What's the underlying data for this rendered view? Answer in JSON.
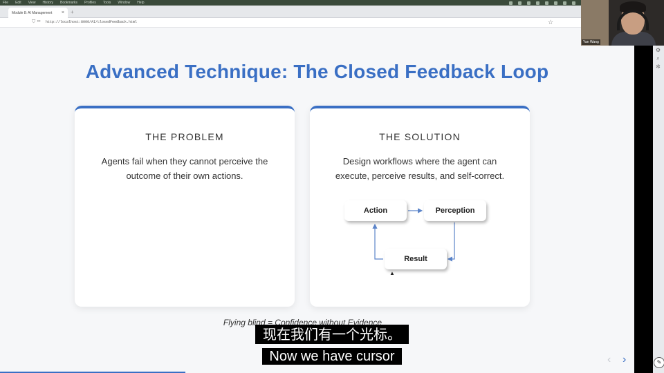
{
  "menubar": {
    "items": [
      "File",
      "Edit",
      "View",
      "History",
      "Bookmarks",
      "Profiles",
      "Tools",
      "Window",
      "Help"
    ]
  },
  "tab": {
    "title": "Module 8: AI Management",
    "close": "×",
    "new_tab": "+"
  },
  "urlbar": {
    "url": "http://localhost:8000/AI/closedFeedback.html"
  },
  "slide": {
    "title": "Advanced Technique: The Closed Feedback Loop",
    "problem": {
      "heading": "THE PROBLEM",
      "text": "Agents fail when they cannot perceive the outcome of their own actions."
    },
    "solution": {
      "heading": "THE SOLUTION",
      "text": "Design workflows where the agent can execute, perceive results, and self-correct."
    },
    "diagram": {
      "action": "Action",
      "perception": "Perception",
      "result": "Result"
    },
    "caption": "Flying blind = Confidence without Evidence"
  },
  "subtitles": {
    "chinese": "现在我们有一个光标。",
    "english": "Now we have cursor"
  },
  "navigation": {
    "prev": "‹",
    "next": "›"
  },
  "webcam": {
    "name": "Yan Wang"
  },
  "colors": {
    "accent": "#3a6fc4",
    "card_bg": "#ffffff",
    "slide_bg": "#f6f7f9"
  }
}
